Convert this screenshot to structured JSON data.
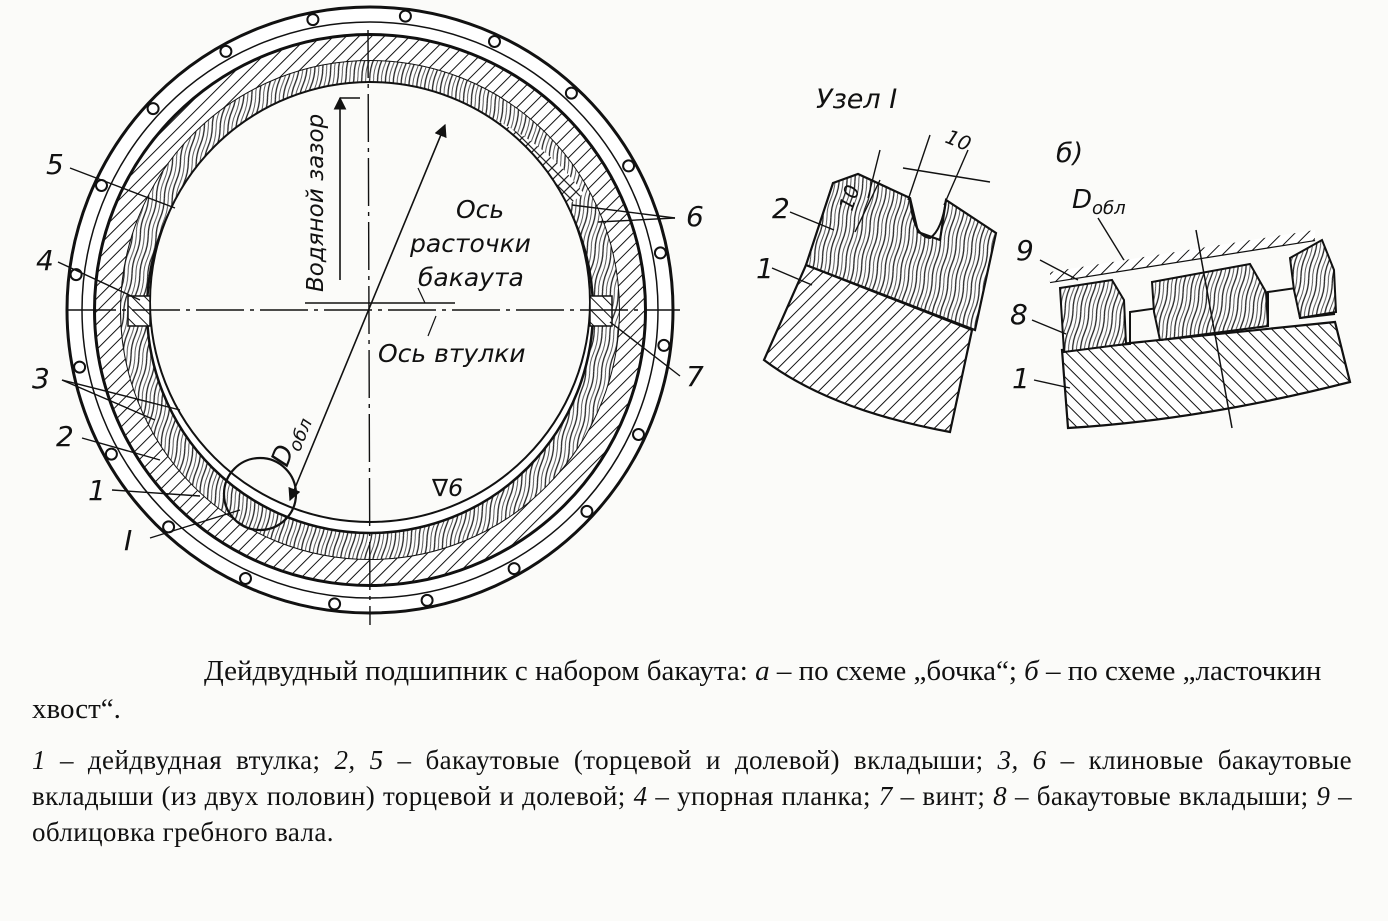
{
  "fig_a": {
    "labels": {
      "l5": "5",
      "l4": "4",
      "l3": "3",
      "l2": "2",
      "l1": "1",
      "lI": "I",
      "l6": "6",
      "l7": "7",
      "water_gap": "Водяной зазор",
      "bakaut_axis_1": "Ось",
      "bakaut_axis_2": "расточки",
      "bakaut_axis_3": "бакаута",
      "sleeve_axis": "Ось втулки",
      "d_main": "D",
      "d_sub": "обл",
      "roughness": "∇6"
    }
  },
  "fig_b": {
    "node_title": "Узел I",
    "dim_10a": "10",
    "dim_10b": "10",
    "l2": "2",
    "l1": "1",
    "b_label": "б)",
    "d_main": "D",
    "d_sub": "обл",
    "l9": "9",
    "l8": "8",
    "l1b": "1"
  },
  "caption": {
    "line1_a": "Дейдвудный подшипник с набором бакаута:",
    "a": "а",
    "line1_b": "– по схеме „бочка“;",
    "b": "б",
    "line1_c": "– по схеме „ласточкин хвост“."
  },
  "legend": [
    {
      "num": "1",
      "text": "– дейдвудная втулка;"
    },
    {
      "num": "2, 5",
      "text": "– бакаутовые (торцевой и долевой) вкладыши;"
    },
    {
      "num": "3, 6",
      "text": "– клиновые бакаутовые вкладыши (из двух половин) торцевой и долевой;"
    },
    {
      "num": "4",
      "text": "– упорная планка;"
    },
    {
      "num": "7",
      "text": "– винт;"
    },
    {
      "num": "8",
      "text": "– бакаутовые вкладыши;"
    },
    {
      "num": "9",
      "text": "– облицовка гребного вала."
    }
  ]
}
